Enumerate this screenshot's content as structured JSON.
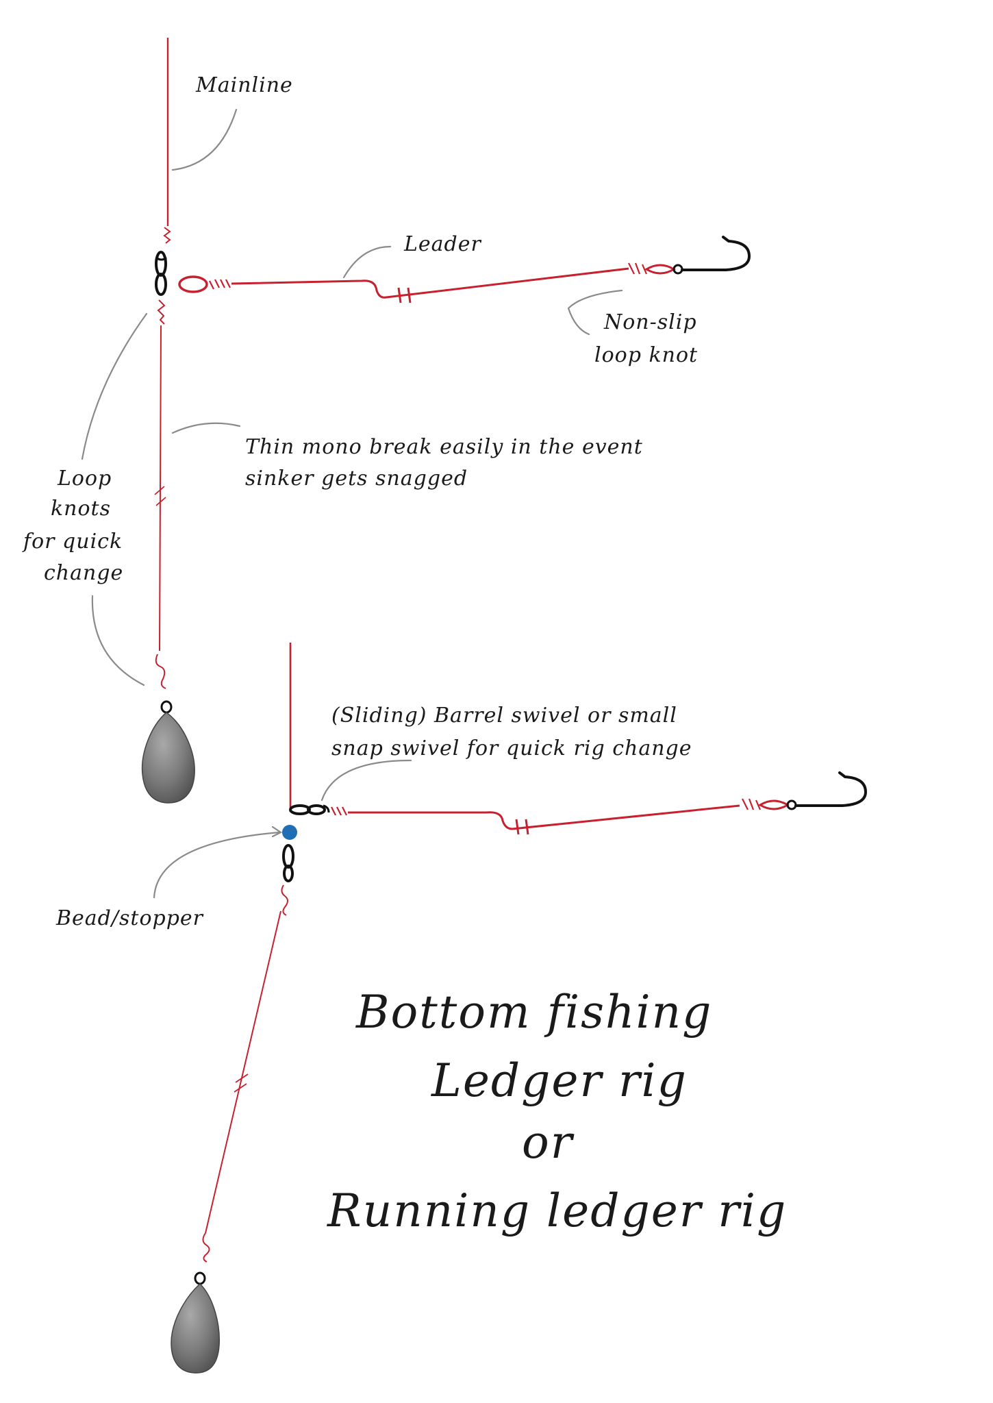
{
  "labels": {
    "mainline": "Mainline",
    "leader": "Leader",
    "non_slip_line1": "Non-slip",
    "non_slip_line2": "loop knot",
    "thin_mono_line1": "Thin mono break easily in the event",
    "thin_mono_line2": "sinker gets snagged",
    "loop_knots_line1": "Loop",
    "loop_knots_line2": "knots",
    "loop_knots_line3": "for quick",
    "loop_knots_line4": "change",
    "swivel_line1": "(Sliding) Barrel swivel or small",
    "swivel_line2": "snap swivel for quick rig change",
    "bead_stopper": "Bead/stopper"
  },
  "title": {
    "line1": "Bottom fishing",
    "line2": "Ledger rig",
    "line3": "or",
    "line4": "Running ledger rig"
  },
  "colors": {
    "line": "#c8202e",
    "ink": "#111111",
    "bead": "#1f6fb5",
    "sinker": "#7b7b7b"
  }
}
